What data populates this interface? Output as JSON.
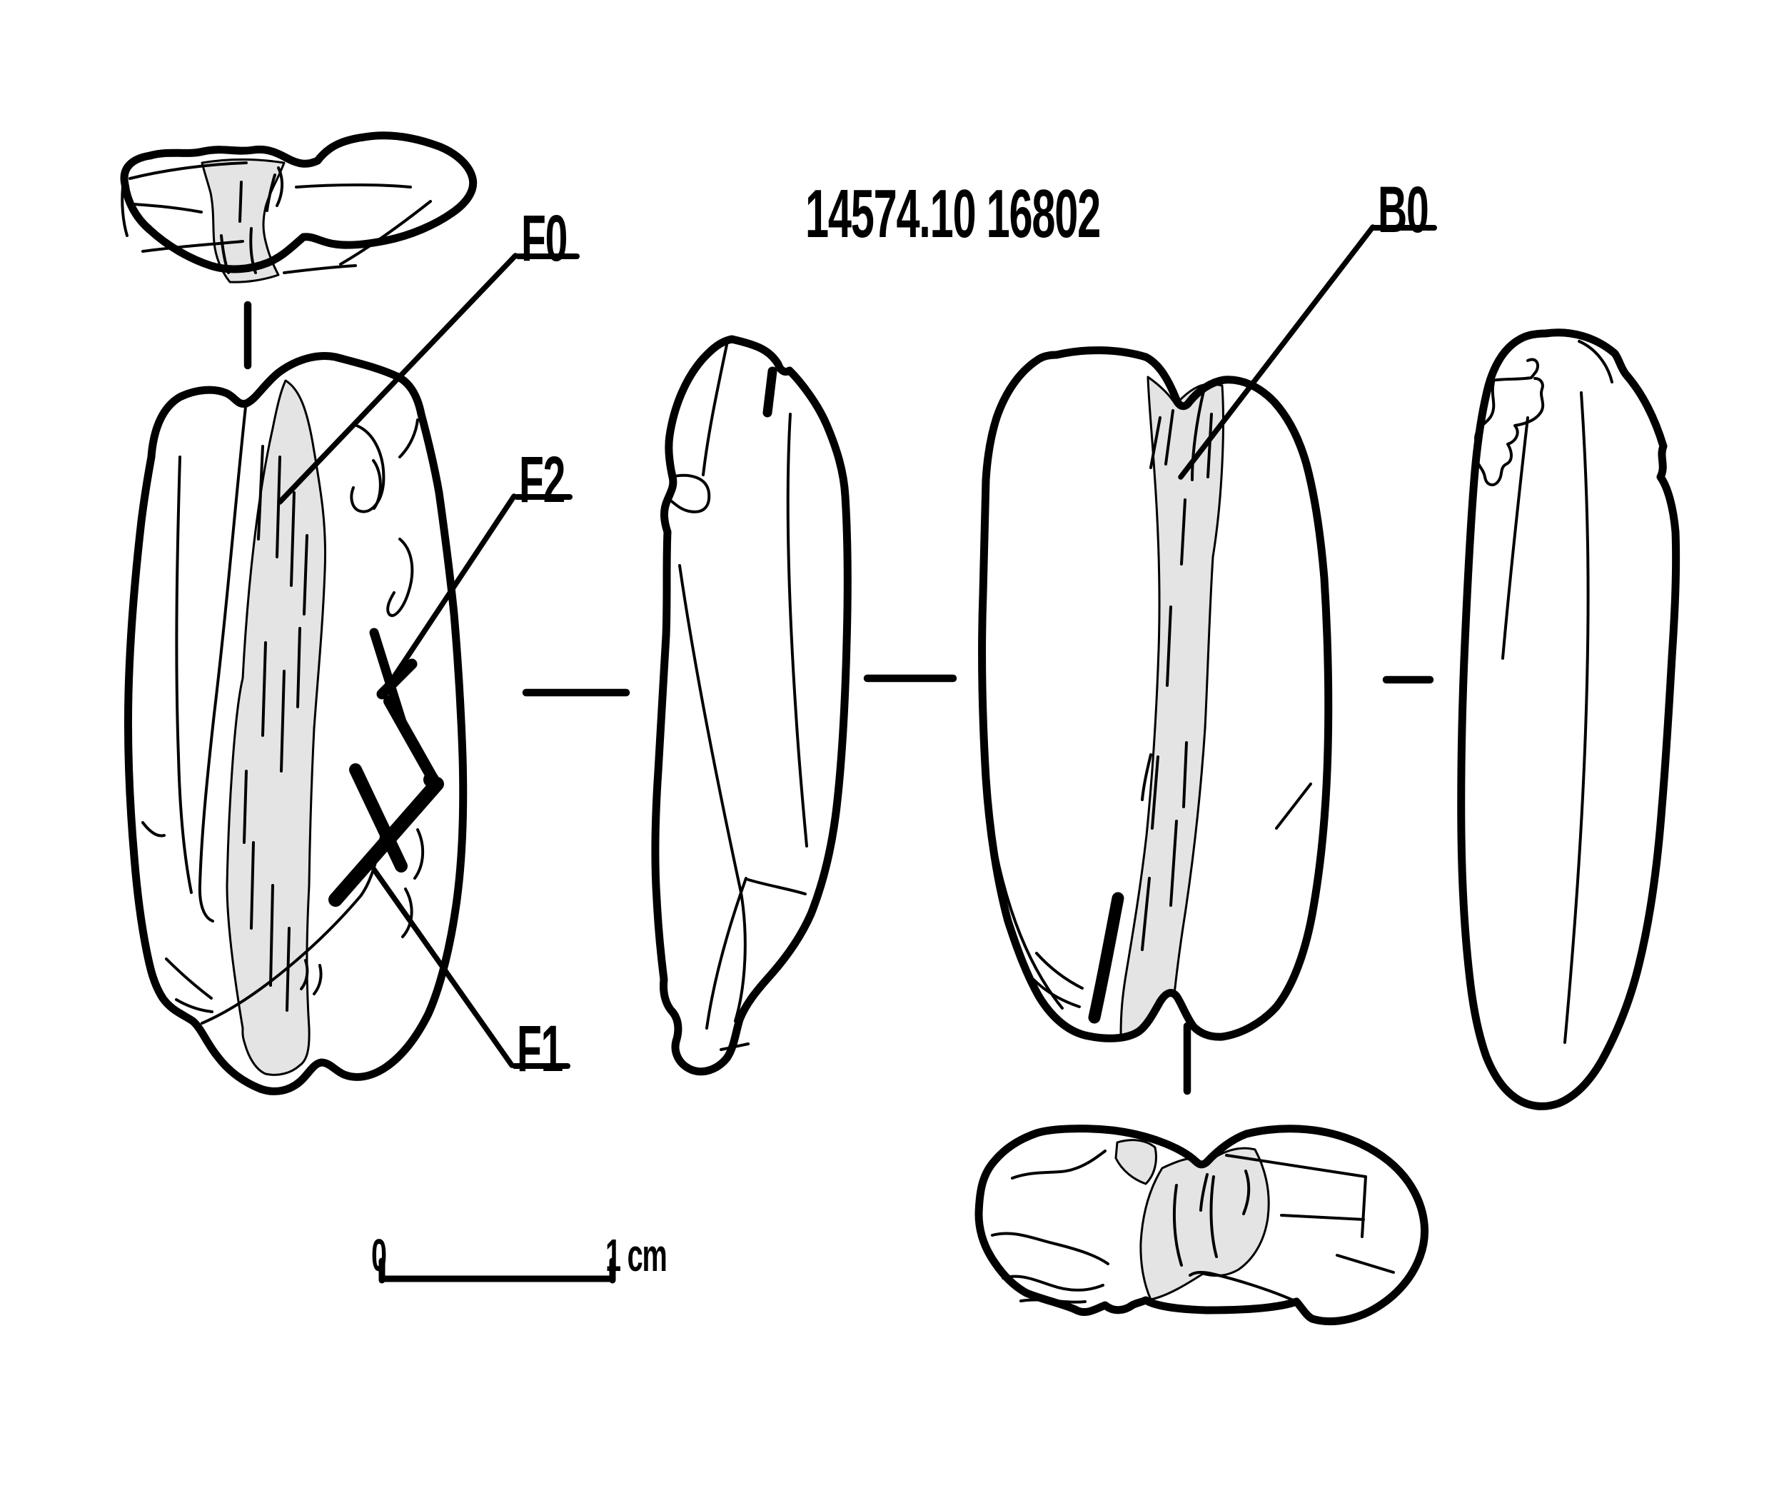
{
  "title": "14574.10 16802",
  "annotations": {
    "f0": {
      "label": "F0"
    },
    "f2": {
      "label": "F2"
    },
    "f1": {
      "label": "F1"
    },
    "b0": {
      "label": "B0"
    }
  },
  "scale_bar": {
    "start_label": "0",
    "end_label": "1 cm"
  },
  "colors": {
    "ink": "#000000",
    "shade": "#e4e4e4",
    "background": "#ffffff"
  },
  "figure": {
    "kind": "lithic-artifact-technical-drawing",
    "views": [
      "top",
      "front",
      "left-profile",
      "back",
      "right-profile",
      "bottom"
    ]
  }
}
